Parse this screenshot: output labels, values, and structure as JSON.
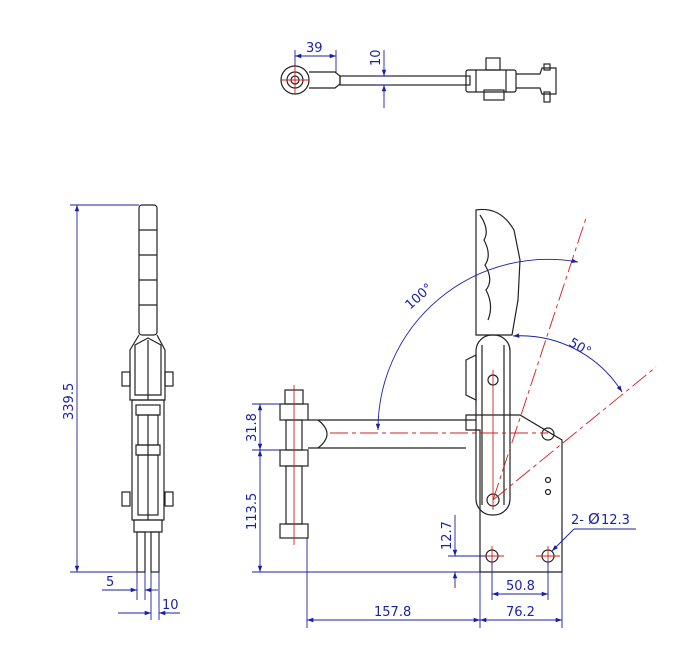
{
  "dimensions": {
    "top_arm_offset": "39",
    "top_thickness": "10",
    "overall_height": "339.5",
    "side_gap": "5",
    "side_width": "10",
    "spindle_span": "31.8",
    "spindle_height": "113.5",
    "hole_height": "12.7",
    "hole_pitch": "50.8",
    "base_width": "76.2",
    "reach": "157.8",
    "hole_callout": "2-",
    "hole_symbol": "Ø",
    "hole_diameter": "12.3",
    "handle_angle": "100°",
    "open_angle": "50°"
  },
  "colors": {
    "dimension": "#1a1fa8",
    "centerline": "#d41e1e",
    "outline": "#222222"
  }
}
